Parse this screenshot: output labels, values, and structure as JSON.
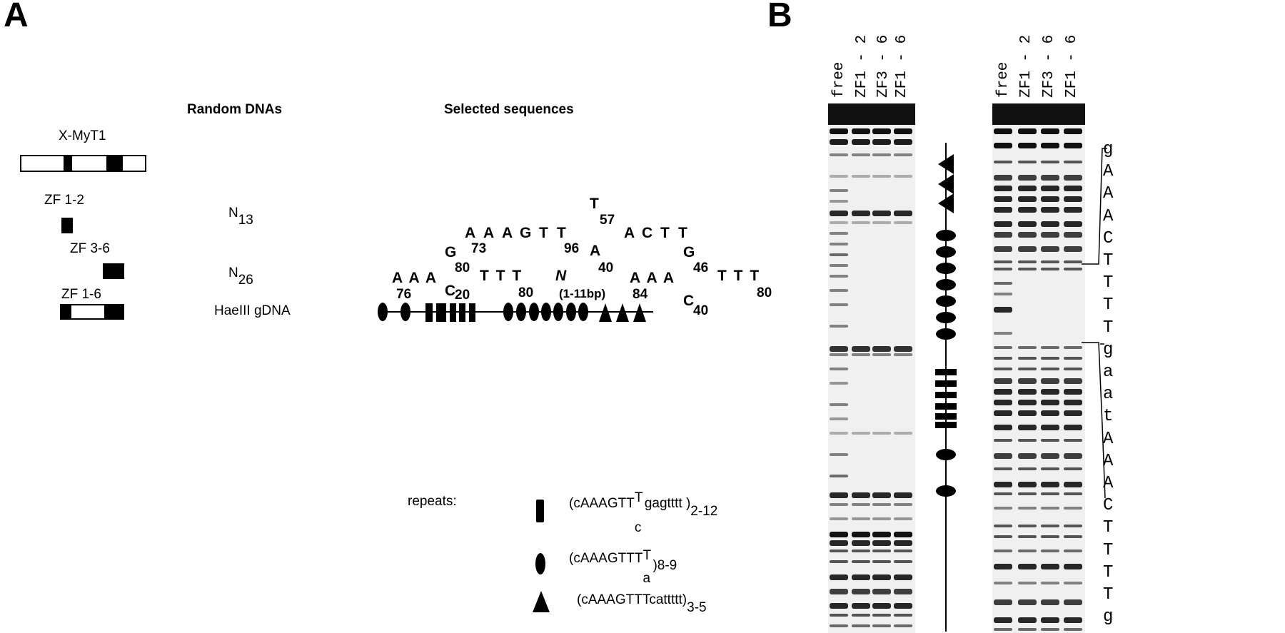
{
  "panels": {
    "a": "A",
    "b": "B"
  },
  "headers": {
    "random": "Random DNAs",
    "selected": "Selected sequences"
  },
  "constructs": [
    {
      "name": "X-MyT1"
    },
    {
      "name": "ZF 1-2"
    },
    {
      "name": "ZF 3-6"
    },
    {
      "name": "ZF 1-6"
    }
  ],
  "random_dnas": {
    "n13_base": "N",
    "n13_sub": "13",
    "n26_base": "N",
    "n26_sub": "26",
    "haeiii": "HaeIII gDNA"
  },
  "seq1": {
    "letters": [
      "A",
      "A",
      "A",
      "G",
      "T",
      "T",
      "A",
      "C",
      "T",
      "T"
    ],
    "t_top": "T",
    "t_top_pct": "57",
    "a_bot": "A",
    "a_bot_pct": "40",
    "pct_73": "73",
    "pct_96": "96"
  },
  "seq2": {
    "aaa1": "A A A",
    "p76": "76",
    "g1": "G",
    "p80a": "80",
    "c1": "C",
    "p20": "20",
    "ttt1": "T T T",
    "p80b": "80",
    "n": "N",
    "gap": "(1-11bp)",
    "aaa2": "A A A",
    "p84": "84",
    "g2": "G",
    "p46": "46",
    "c2": "C",
    "p40": "40",
    "ttt2": "T T T",
    "p80c": "80"
  },
  "repeats": {
    "label": "repeats:",
    "r1_pre": "(cAAAGTT",
    "r1_sup": "T",
    "r1_sub": "c",
    "r1_post": "gagtttt )",
    "r1_count": "2-12",
    "r2_pre": "(cAAAGTTT",
    "r2_sup": "T",
    "r2_sub": "a",
    "r2_post": ")",
    "r2_count": "8-9",
    "r3_pre": "(cAAAGTTTcattttt)",
    "r3_count": "3-5"
  },
  "gel_lanes": [
    "free",
    "ZF1 - 2",
    "ZF3 - 6",
    "ZF1 - 6"
  ],
  "sequence_ladder": [
    "g",
    "A",
    "A",
    "A",
    "C",
    "T",
    "T",
    "T",
    "T",
    "g",
    "a",
    "a",
    "t",
    "A",
    "A",
    "A",
    "C",
    "T",
    "T",
    "T",
    "T",
    "g"
  ]
}
